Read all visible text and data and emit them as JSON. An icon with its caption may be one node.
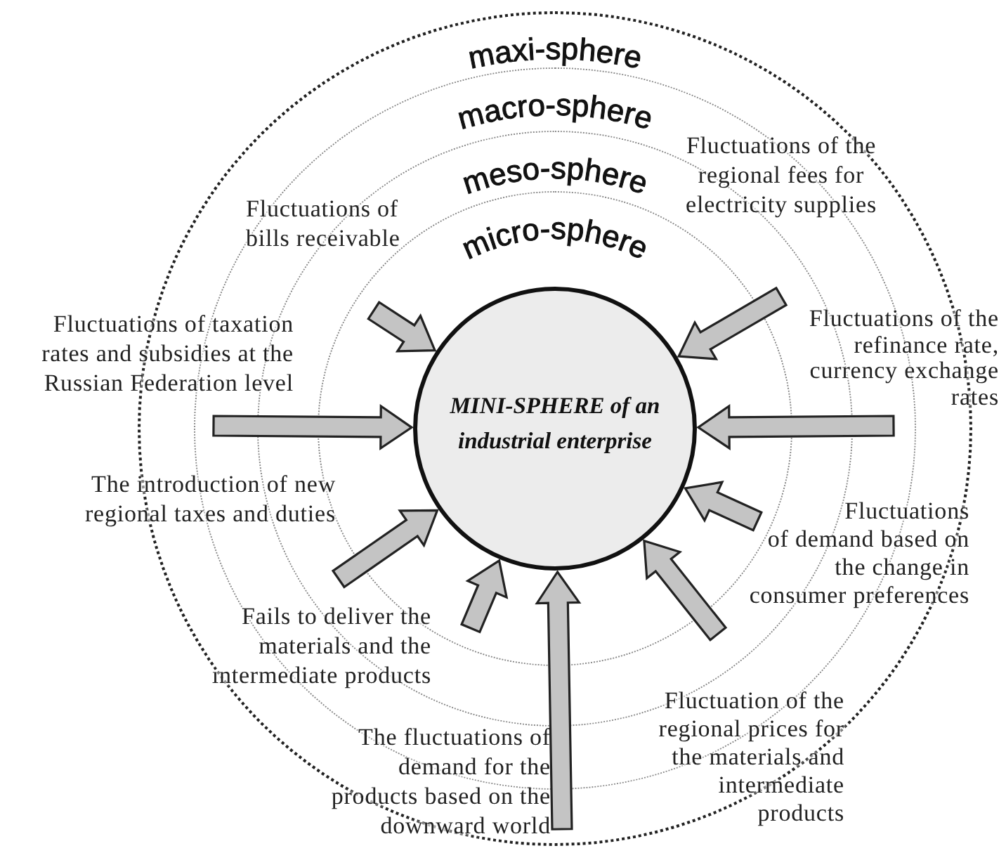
{
  "diagram": {
    "nodes": [
      {
        "text": [
          "maxi-sphere"
        ]
      },
      {
        "text": [
          "macro-sphere"
        ],
        "in": 0
      },
      {
        "text": [
          "meso-sphere"
        ],
        "in": 1
      },
      {
        "text": [
          "micro-sphere"
        ],
        "in": 2
      },
      {
        "text": [
          "MINI-SPHERE of an industrial enterprise"
        ],
        "in": 3
      },
      {
        "text": [
          "Fluctuations of bills receivable"
        ],
        "in": 1
      },
      {
        "text": [
          "Fluctuations of the regional fees for electricity supplies"
        ],
        "in": 1
      },
      {
        "text": [
          "Fluctuations of taxation rates and subsidies at the Russian Federation level"
        ]
      },
      {
        "text": [
          "Fluctuations of the refinance rate, currency exchange rates"
        ]
      },
      {
        "text": [
          "The introduction of new regional taxes and duties"
        ]
      },
      {
        "text": [
          "Fluctuations of demand based on the change in consumer preferences"
        ],
        "in": 0
      },
      {
        "text": [
          "Fails to deliver the materials and the intermediate products"
        ],
        "in": 1
      },
      {
        "text": [
          "Fluctuation of the regional prices for the materials and intermediate products"
        ],
        "in": 0
      },
      {
        "text": [
          "The fluctuations of demand for the products based on the downward world"
        ],
        "in": 0
      }
    ],
    "edges": [
      {
        "from": 5,
        "to": 4,
        "arrow": "to"
      },
      {
        "from": 6,
        "to": 4,
        "arrow": "to"
      },
      {
        "from": 7,
        "to": 4,
        "arrow": "to"
      },
      {
        "from": 8,
        "to": 4,
        "arrow": "to"
      },
      {
        "from": 9,
        "to": 4,
        "arrow": "to"
      },
      {
        "from": 10,
        "to": 4,
        "arrow": "to"
      },
      {
        "from": 11,
        "to": 4,
        "arrow": "to"
      },
      {
        "from": 12,
        "to": 4,
        "arrow": "to"
      },
      {
        "from": 13,
        "to": 4,
        "arrow": "to"
      }
    ]
  }
}
